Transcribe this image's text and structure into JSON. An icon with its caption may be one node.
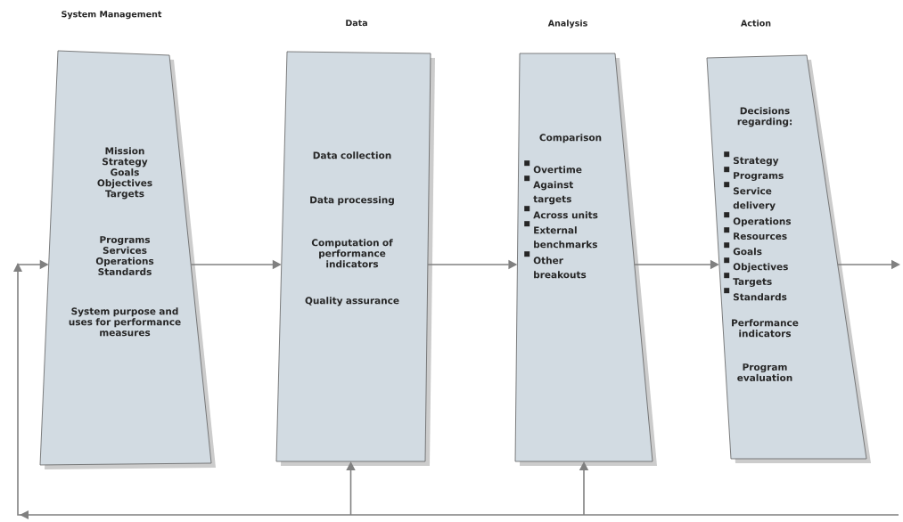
{
  "diagram": {
    "nodes": [
      {
        "text": [
          "System Management",
          "Mission Strategy Goals Objectives Targets",
          "Programs Services Operations Standards",
          "System purpose and uses for performance measures"
        ]
      },
      {
        "text": [
          "Data",
          "Data collection",
          "Data processing",
          "Computation of performance indicators",
          "Quality assurance"
        ]
      },
      {
        "text": [
          "Analysis",
          "Comparison",
          "Overtime",
          "Against targets",
          "Across units",
          "External benchmarks",
          "Other breakouts"
        ]
      },
      {
        "text": [
          "Action",
          "Decisions regarding:",
          "Strategy",
          "Programs",
          "Service delivery",
          "Operations",
          "Resources",
          "Goals",
          "Objectives",
          "Targets",
          "Standards",
          "Performance indicators",
          "Program evaluation"
        ]
      }
    ],
    "edges": [
      {
        "from": null,
        "to": 0,
        "arrow": "to"
      },
      {
        "from": null,
        "to": 1,
        "arrow": "to"
      },
      {
        "from": null,
        "to": 2,
        "arrow": "to"
      },
      {
        "from": 0,
        "to": 1,
        "arrow": "to"
      },
      {
        "from": 1,
        "to": 2,
        "arrow": "to"
      },
      {
        "from": 2,
        "to": 3,
        "arrow": "to"
      },
      {
        "from": 3,
        "to": null,
        "arrow": "to"
      }
    ]
  }
}
